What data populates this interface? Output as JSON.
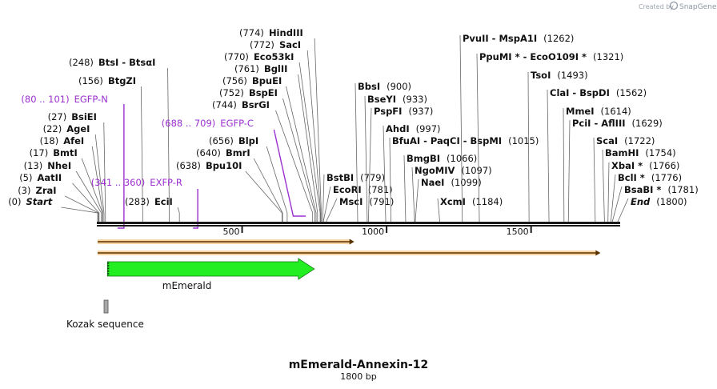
{
  "credit": {
    "prefix": "Created by",
    "brand": "SnapGene"
  },
  "map": {
    "length": 1800,
    "title": "mEmerald-Annexin-12",
    "subtitle": "1800 bp"
  },
  "ruler": {
    "ticks": [
      500,
      1000,
      1500
    ]
  },
  "enzymes": [
    {
      "site": "(0)",
      "name": "Start",
      "italic": true,
      "pos": 0
    },
    {
      "site": "(3)",
      "name": "ZraI",
      "pos": 3
    },
    {
      "site": "(5)",
      "name": "AatII",
      "pos": 5
    },
    {
      "site": "(13)",
      "name": "NheI",
      "pos": 13
    },
    {
      "site": "(17)",
      "name": "BmtI",
      "pos": 17
    },
    {
      "site": "(18)",
      "name": "AfeI",
      "pos": 18
    },
    {
      "site": "(22)",
      "name": "AgeI",
      "pos": 22
    },
    {
      "site": "(27)",
      "name": "BsiEI",
      "pos": 27
    },
    {
      "site": "(156)",
      "name": "BtgZI",
      "pos": 156
    },
    {
      "site": "(248)",
      "name": "BtsI  -  BtsαI",
      "pos": 248
    },
    {
      "site": "(283)",
      "name": "EciI",
      "pos": 283
    },
    {
      "site": "(638)",
      "name": "Bpu10I",
      "pos": 638
    },
    {
      "site": "(640)",
      "name": "BmrI",
      "pos": 640
    },
    {
      "site": "(656)",
      "name": "BlpI",
      "pos": 656
    },
    {
      "site": "(744)",
      "name": "BsrGI",
      "pos": 744
    },
    {
      "site": "(752)",
      "name": "BspEI",
      "pos": 752
    },
    {
      "site": "(756)",
      "name": "BpuEI",
      "pos": 756
    },
    {
      "site": "(761)",
      "name": "BglII",
      "pos": 761
    },
    {
      "site": "(770)",
      "name": "Eco53kI",
      "pos": 770
    },
    {
      "site": "(772)",
      "name": "SacI",
      "pos": 772
    },
    {
      "site": "(774)",
      "name": "HindIII",
      "pos": 774
    },
    {
      "site": "(779)",
      "name": "BstBI",
      "pos": 779
    },
    {
      "site": "(781)",
      "name": "EcoRI",
      "pos": 781
    },
    {
      "site": "(791)",
      "name": "MscI",
      "pos": 791
    },
    {
      "site": "(900)",
      "name": "BbsI",
      "pos": 900
    },
    {
      "site": "(933)",
      "name": "BseYI",
      "pos": 933
    },
    {
      "site": "(937)",
      "name": "PspFI",
      "pos": 937
    },
    {
      "site": "(997)",
      "name": "AhdI",
      "pos": 997
    },
    {
      "site": "(1015)",
      "name": "BfuAI  -  PaqCI  -  BspMI",
      "pos": 1015
    },
    {
      "site": "(1066)",
      "name": "BmgBI",
      "pos": 1066
    },
    {
      "site": "(1097)",
      "name": "NgoMIV",
      "pos": 1097
    },
    {
      "site": "(1099)",
      "name": "NaeI",
      "pos": 1099
    },
    {
      "site": "(1184)",
      "name": "XcmI",
      "pos": 1184
    },
    {
      "site": "(1262)",
      "name": "PvuII  -  MspA1I",
      "pos": 1262
    },
    {
      "site": "(1321)",
      "name": "PpuMI *  -  EcoO109I *",
      "pos": 1321
    },
    {
      "site": "(1493)",
      "name": "TsoI",
      "pos": 1493
    },
    {
      "site": "(1562)",
      "name": "ClaI  -  BspDI",
      "pos": 1562
    },
    {
      "site": "(1614)",
      "name": "MmeI",
      "pos": 1614
    },
    {
      "site": "(1629)",
      "name": "PciI  -  AflIII",
      "pos": 1629
    },
    {
      "site": "(1722)",
      "name": "ScaI",
      "pos": 1722
    },
    {
      "site": "(1754)",
      "name": "BamHI",
      "pos": 1754
    },
    {
      "site": "(1766)",
      "name": "XbaI *",
      "pos": 1766
    },
    {
      "site": "(1776)",
      "name": "BclI *",
      "pos": 1776
    },
    {
      "site": "(1781)",
      "name": "BsaBI *",
      "pos": 1781
    },
    {
      "site": "(1800)",
      "name": "End",
      "italic": true,
      "pos": 1800
    }
  ],
  "primers": [
    {
      "range": "(80 .. 101)",
      "name": "EGFP-N",
      "start": 80,
      "end": 101
    },
    {
      "range": "(341 .. 360)",
      "name": "EXFP-R",
      "start": 341,
      "end": 360
    },
    {
      "range": "(688 .. 709)",
      "name": "EGFP-C",
      "start": 688,
      "end": 709
    }
  ],
  "orfs": [
    {
      "start": 0,
      "end": 888,
      "color": "#f0a030"
    },
    {
      "start": 0,
      "end": 1740,
      "color": "#f0a030"
    }
  ],
  "features": [
    {
      "name": "mEmerald",
      "start": 34,
      "end": 750,
      "color": "#22ee22"
    },
    {
      "name": "Kozak sequence",
      "start": 25,
      "end": 34,
      "color": "#a8a8a8"
    }
  ]
}
